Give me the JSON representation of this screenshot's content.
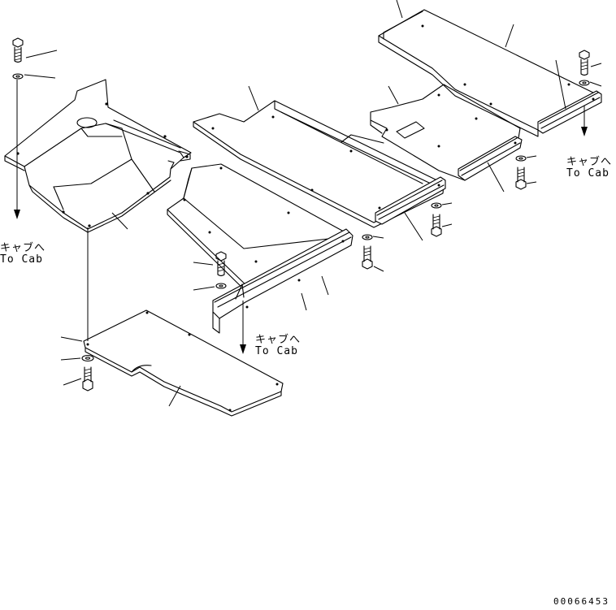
{
  "labels": {
    "left": {
      "jp": "キャブへ",
      "en": "To Cab"
    },
    "center": {
      "jp": "キャブへ",
      "en": "To Cab"
    },
    "right": {
      "jp": "キャブへ",
      "en": "To Cab"
    }
  },
  "document_number": "00066453"
}
